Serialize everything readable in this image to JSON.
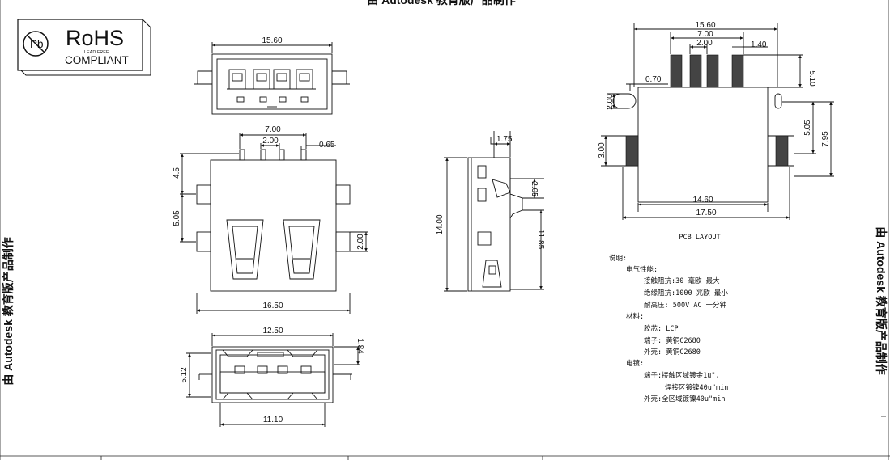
{
  "watermark": {
    "top": "由 Autodesk 教育版产品制作",
    "left": "由 Autodesk 教育版产品制作",
    "right": "由 Autodesk 教育版产品制作"
  },
  "rohs": {
    "title": "RoHS",
    "subtitle": "COMPLIANT",
    "lead_free": "LEAD FREE",
    "pb_symbol": "Pb"
  },
  "top_view": {
    "width": "15.60"
  },
  "front_view": {
    "pitch_outer": "7.00",
    "pitch_inner": "2.00",
    "pin_width": "0.65",
    "height_top": "4.5",
    "height_mid": "5.05",
    "tab": "2.00",
    "width": "16.50"
  },
  "bottom_view": {
    "width_top": "12.50",
    "height_right": "1.84",
    "height_left": "5.12",
    "width_bottom": "11.10"
  },
  "side_view": {
    "tab_width": "1.75",
    "pin_height": "2.05",
    "length": "14.00",
    "length_inner": "11.85"
  },
  "pcb_layout": {
    "label": "PCB LAYOUT",
    "width_top": "15.60",
    "pitch_outer": "7.00",
    "pitch_inner": "2.00",
    "pad_width": "1.40",
    "offset": "0.70",
    "pad_len": "5.10",
    "hole": "2.00",
    "tab_pad": "3.00",
    "spacing": "5.05",
    "spacing_total": "7.95",
    "inner_width": "14.60",
    "outer_width": "17.50"
  },
  "notes": {
    "heading": "说明:",
    "electrical": "电气性能:",
    "contact_resistance": "接触阻抗:30 毫欧 最大",
    "insulation_resistance": "绝缘阻抗:1000 兆欧 最小",
    "withstand_voltage": "耐高压:  500V AC 一分钟",
    "materials": "材料:",
    "insulator": "胶芯:  LCP",
    "terminal": "端子:  黄铜C2680",
    "shell": "外壳:  黄铜C2680",
    "plating": "电镀:",
    "plating_terminal_contact": "端子:接触区域镀金1u\",",
    "plating_terminal_solder": "焊接区镀镍40u\"min",
    "plating_shell": "外壳:全区域镀镍40u\"min"
  }
}
